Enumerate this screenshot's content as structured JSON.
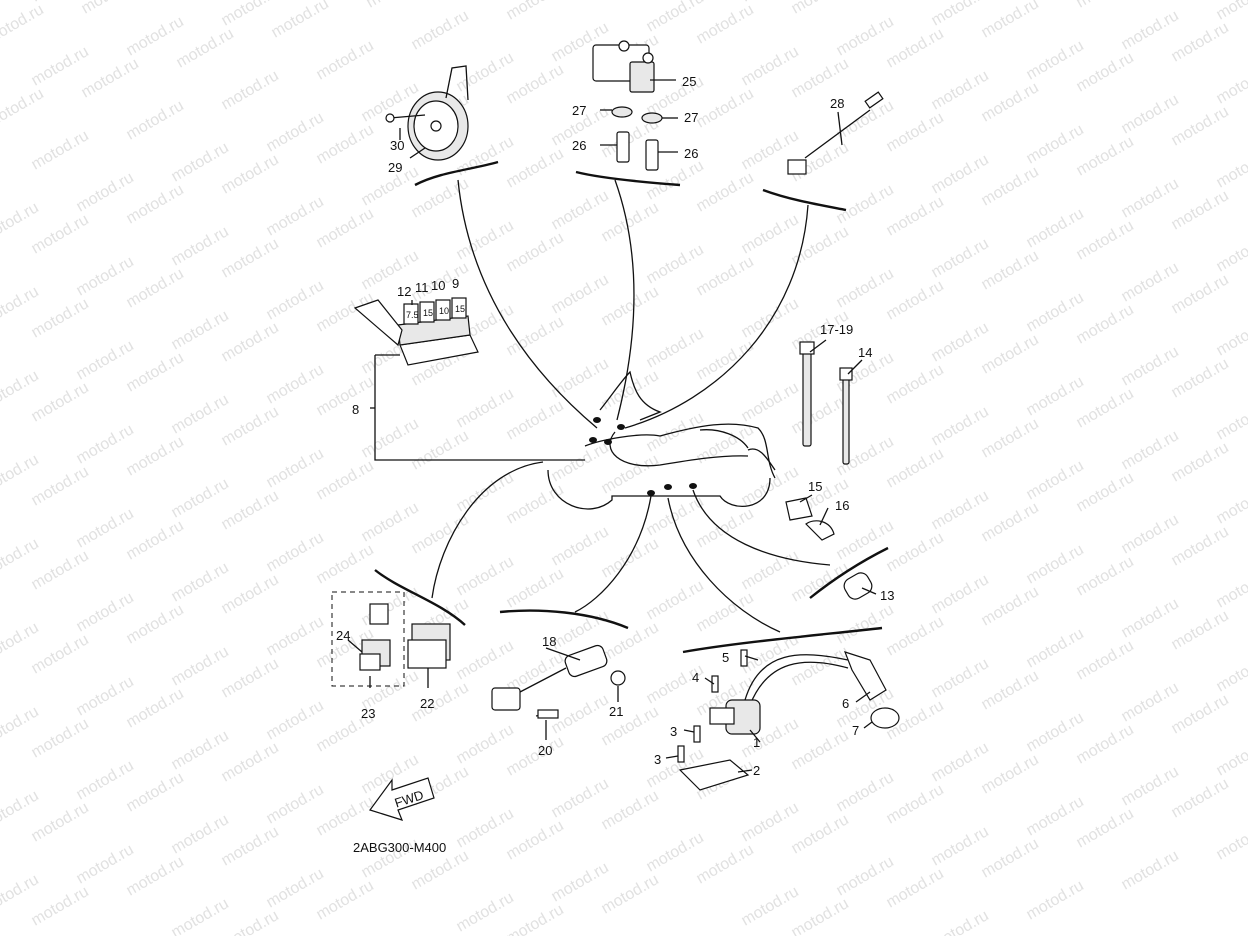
{
  "diagram": {
    "code": "2ABG300-M400",
    "fwd_label": "FWD",
    "watermark": "motod.ru",
    "callouts": {
      "c1": "1",
      "c2": "2",
      "c3a": "3",
      "c3b": "3",
      "c4": "4",
      "c5": "5",
      "c6": "6",
      "c7": "7",
      "c8": "8",
      "c9": "9",
      "c10": "10",
      "c11": "11",
      "c12": "12",
      "c13": "13",
      "c14": "14",
      "c15": "15",
      "c16": "16",
      "c17": "17-19",
      "c18": "18",
      "c20": "20",
      "c21": "21",
      "c22": "22",
      "c23": "23",
      "c24": "24",
      "c25": "25",
      "c26a": "26",
      "c26b": "26",
      "c27a": "27",
      "c27b": "27",
      "c28": "28",
      "c29": "29",
      "c30": "30"
    },
    "fuse_ratings": {
      "f12": "7.5",
      "f11": "15",
      "f10": "10",
      "f9": "15"
    }
  }
}
